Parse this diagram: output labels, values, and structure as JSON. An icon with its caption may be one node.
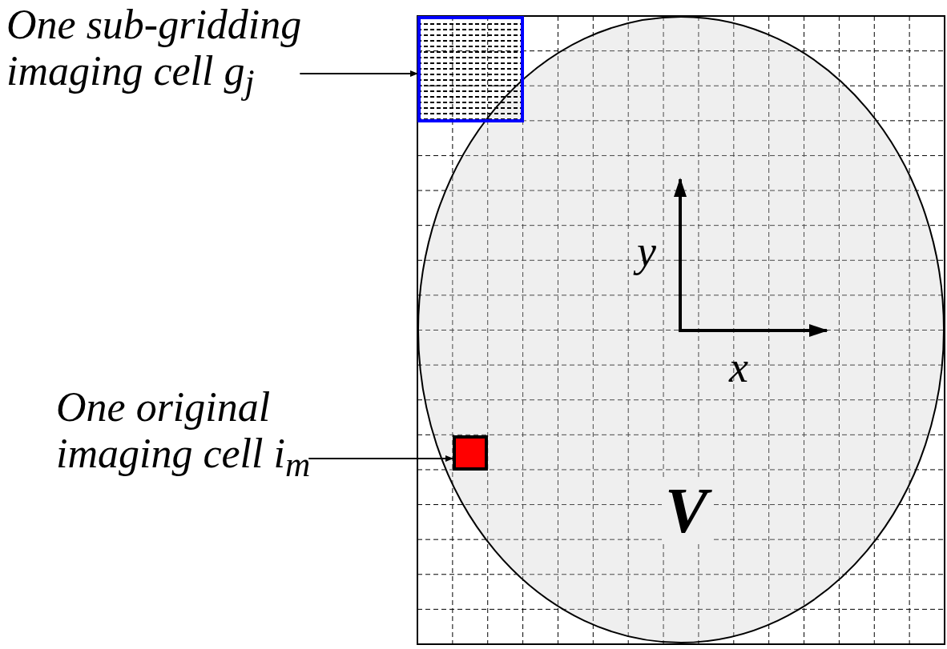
{
  "diagram": {
    "nodes": [
      {
        "text": [
          "One sub-gridding imaging cell g$_{j}$"
        ]
      },
      {
        "text": [],
        "shape": "box"
      },
      {
        "text": [
          "One original imaging cell i$_{m}$"
        ]
      },
      {
        "text": [],
        "shape": "box",
        "in": 4
      },
      {
        "text": [
          "V"
        ]
      }
    ],
    "edges": [
      {
        "from": 0,
        "to": 1,
        "arrow": "to"
      },
      {
        "from": 2,
        "to": 3,
        "arrow": "to"
      }
    ],
    "labels": [
      "y",
      "x"
    ]
  }
}
